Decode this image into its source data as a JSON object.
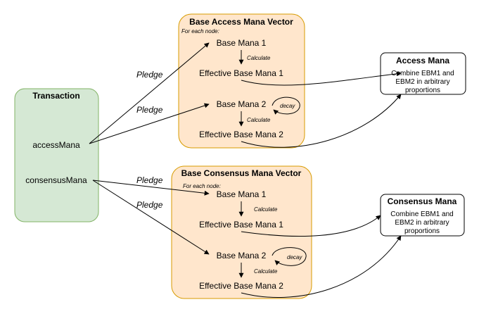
{
  "transaction": {
    "title": "Transaction",
    "access_field": "accessMana",
    "consensus_field": "consensusMana"
  },
  "pledge_label": "Pledge",
  "access_vector": {
    "title": "Base Access Mana Vector",
    "for_each": "For each node:",
    "base1": "Base Mana 1",
    "calc1": "Calculate",
    "ebm1": "Effective Base Mana 1",
    "base2": "Base Mana 2",
    "decay": "decay",
    "calc2": "Calculate",
    "ebm2": "Effective Base Mana 2"
  },
  "consensus_vector": {
    "title": "Base Consensus Mana Vector",
    "for_each": "For each node:",
    "base1": "Base Mana 1",
    "calc1": "Calculate",
    "ebm1": "Effective Base Mana 1",
    "base2": "Base Mana 2",
    "decay": "decay",
    "calc2": "Calculate",
    "ebm2": "Effective Base Mana 2"
  },
  "access_output": {
    "title": "Access Mana",
    "desc_line1": "Combine EBM1 and",
    "desc_line2": "EBM2 in arbitrary",
    "desc_line3": "proportions"
  },
  "consensus_output": {
    "title": "Consensus Mana",
    "desc_line1": "Combine EBM1 and",
    "desc_line2": "EBM2 in arbitrary",
    "desc_line3": "proportions"
  },
  "colors": {
    "transaction_fill": "#d5e8d4",
    "transaction_stroke": "#82b366",
    "vector_fill": "#ffe6cc",
    "vector_stroke": "#d79b00",
    "output_stroke": "#000000"
  }
}
